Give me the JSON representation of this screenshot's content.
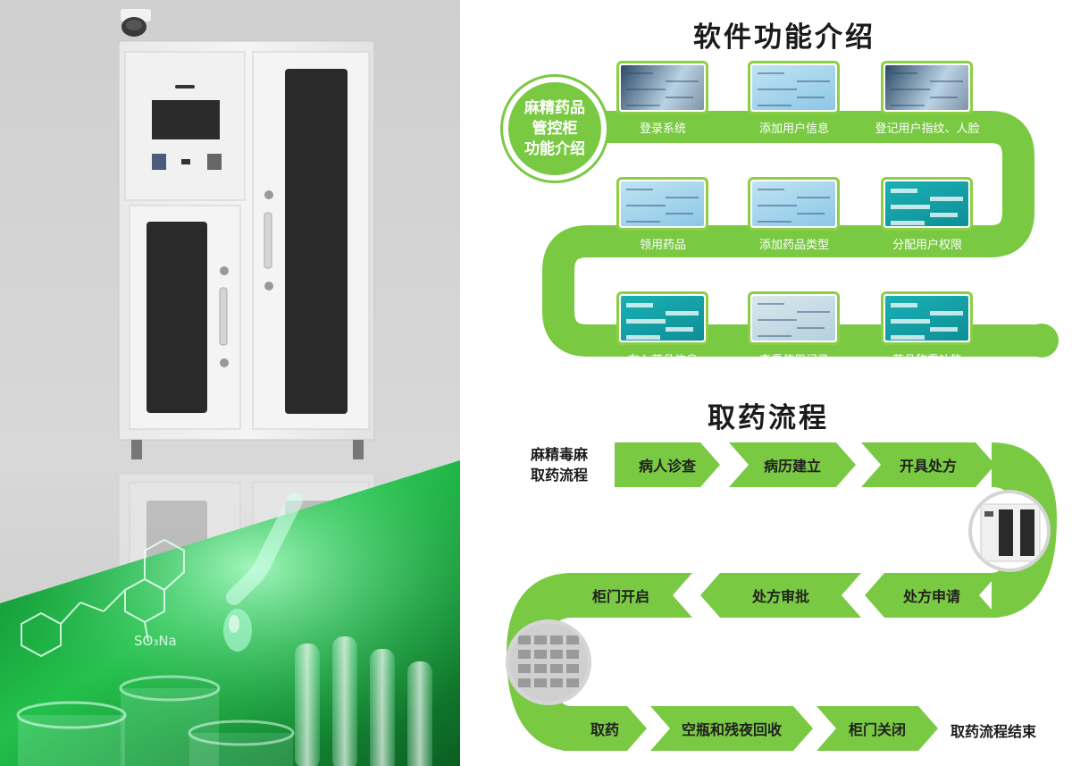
{
  "software": {
    "title": "软件功能介绍",
    "badge_lines": [
      "麻精药品",
      "管控柜",
      "功能介绍"
    ],
    "features": [
      {
        "label": "登录系统",
        "screen": "photo"
      },
      {
        "label": "添加用户信息",
        "screen": "blue"
      },
      {
        "label": "登记用户指纹、人脸",
        "screen": "photo"
      },
      {
        "label": "领用药品",
        "screen": "blue"
      },
      {
        "label": "添加药品类型",
        "screen": "blue"
      },
      {
        "label": "分配用户权限",
        "screen": "teal"
      },
      {
        "label": "存入药品信息",
        "screen": "teal"
      },
      {
        "label": "查看使用记录",
        "screen": "grey"
      },
      {
        "label": "药品称重功能",
        "screen": "teal"
      }
    ]
  },
  "process": {
    "title": "取药流程",
    "side_lines": [
      "麻精毒麻",
      "取药流程"
    ],
    "row1": [
      "病人诊查",
      "病历建立",
      "开具处方"
    ],
    "row2": [
      "柜门开启",
      "处方审批",
      "处方申请"
    ],
    "row3": [
      "取药",
      "空瓶和残夜回收",
      "柜门关闭"
    ],
    "end_label": "取药流程结束"
  },
  "left_panel": {
    "chemical_label": "SO₃Na"
  },
  "colors": {
    "accent_green": "#7ac943",
    "dark_text": "#1a1a1a"
  }
}
